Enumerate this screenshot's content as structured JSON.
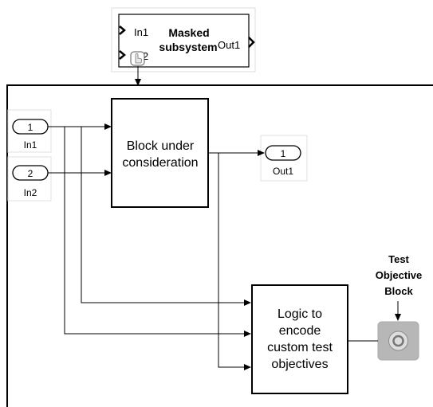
{
  "masked_subsystem": {
    "title_line1": "Masked",
    "title_line2": "subsystem",
    "in1": "In1",
    "in2": "In2",
    "out1": "Out1"
  },
  "inports": [
    {
      "number": "1",
      "label": "In1"
    },
    {
      "number": "2",
      "label": "In2"
    }
  ],
  "outport": {
    "number": "1",
    "label": "Out1"
  },
  "block_under_consideration": {
    "line1": "Block under",
    "line2": "consideration"
  },
  "logic_block": {
    "line1": "Logic to",
    "line2": "encode",
    "line3": "custom test",
    "line4": "objectives"
  },
  "test_objective": {
    "label_line1": "Test",
    "label_line2": "Objective",
    "label_line3": "Block",
    "icon": "test-objective-icon",
    "icon_color": "#b7b7b7"
  }
}
